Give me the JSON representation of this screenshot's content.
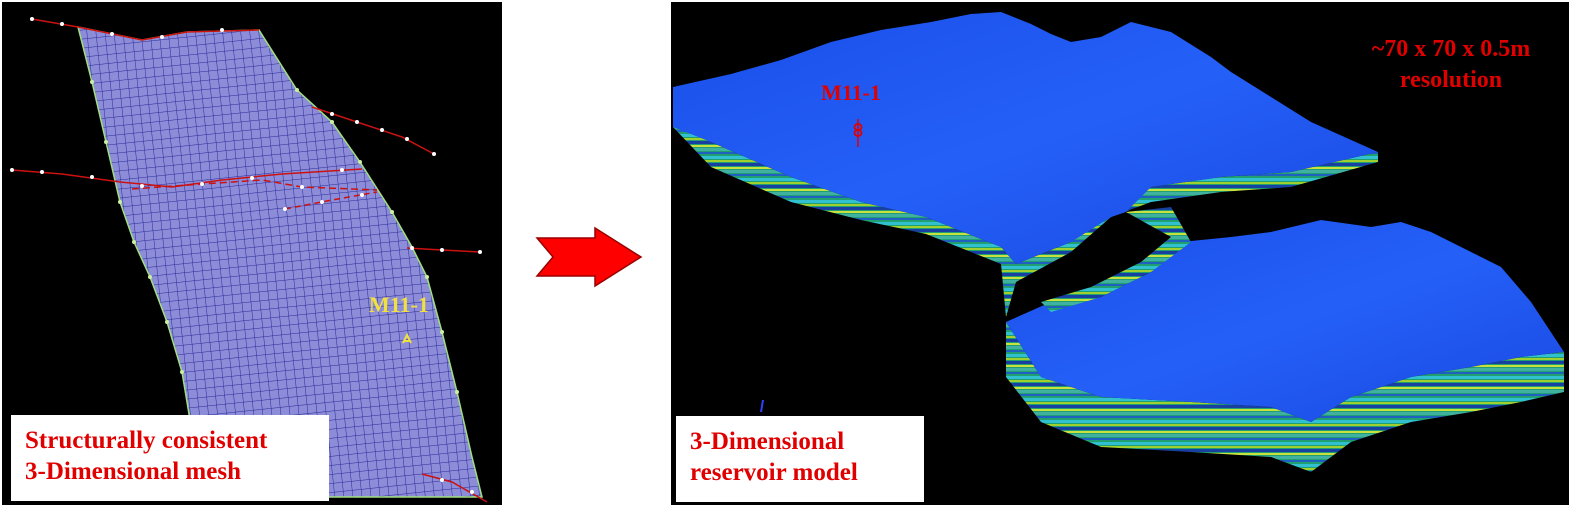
{
  "left_panel": {
    "caption": {
      "line1": "Structurally consistent",
      "line2": "3-Dimensional mesh"
    },
    "well_label": "M11-1"
  },
  "right_panel": {
    "caption": {
      "line1": "3-Dimensional",
      "line2": "reservoir model"
    },
    "well_label": "M11-1",
    "resolution": {
      "line1": "~70 x 70 x 0.5m",
      "line2": "resolution"
    }
  },
  "colors": {
    "background": "#000000",
    "mesh_fill": "#8c8cd8",
    "mesh_line": "#2a2a9a",
    "fault_line": "#cc1111",
    "surface_blue": "#1a50f0",
    "caption_text": "#e00000",
    "arrow": "#ff0000"
  },
  "icons": [
    "arrow-right-icon",
    "well-marker-icon"
  ]
}
